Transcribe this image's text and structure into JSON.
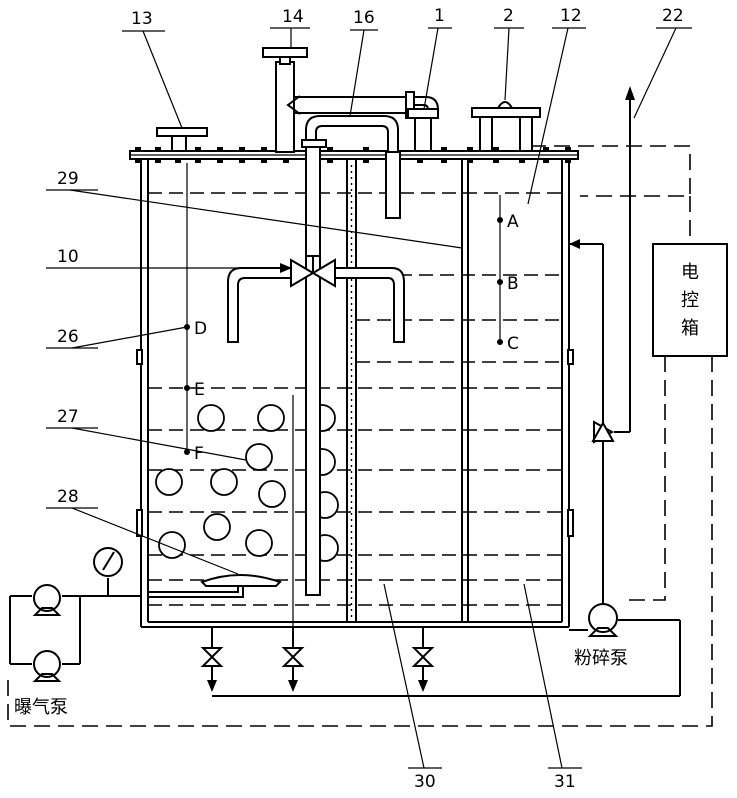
{
  "labels": {
    "n13": "13",
    "n14": "14",
    "n16": "16",
    "n1": "1",
    "n2": "2",
    "n12": "12",
    "n22": "22",
    "n29": "29",
    "n10": "10",
    "n26": "26",
    "n27": "27",
    "n28": "28",
    "n30": "30",
    "n31": "31"
  },
  "points": {
    "A": "A",
    "B": "B",
    "C": "C",
    "D": "D",
    "E": "E",
    "F": "F"
  },
  "components": {
    "control_box_line1": "电",
    "control_box_line2": "控",
    "control_box_line3": "箱",
    "crusher_pump": "粉碎泵",
    "aeration_pump": "曝气泵"
  }
}
